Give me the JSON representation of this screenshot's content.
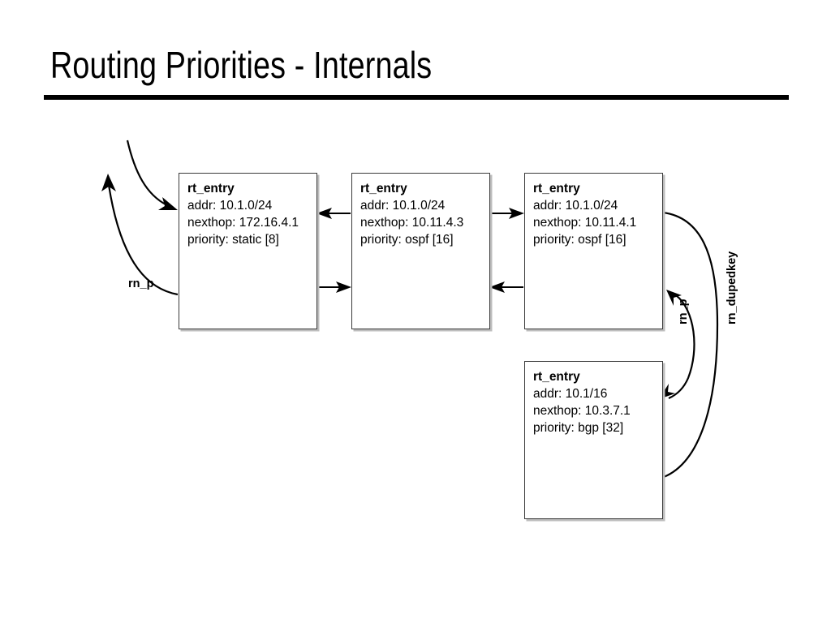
{
  "slide": {
    "title": "Routing Priorities - Internals"
  },
  "nodes": [
    {
      "id": "box-1",
      "title": "rt_entry",
      "addr": "addr: 10.1.0/24",
      "nexthop": "nexthop: 172.16.4.1",
      "priority": "priority: static [8]"
    },
    {
      "id": "box-2",
      "title": "rt_entry",
      "addr": "addr: 10.1.0/24",
      "nexthop": "nexthop: 10.11.4.3",
      "priority": "priority: ospf [16]"
    },
    {
      "id": "box-3",
      "title": "rt_entry",
      "addr": "addr: 10.1.0/24",
      "nexthop": "nexthop: 10.11.4.1",
      "priority": "priority: ospf [16]"
    },
    {
      "id": "box-4",
      "title": "rt_entry",
      "addr": "addr: 10.1/16",
      "nexthop": "nexthop: 10.3.7.1",
      "priority": "priority: bgp [32]"
    }
  ],
  "edge_labels": {
    "rn_p_left": "rn_p",
    "rn_p_right": "rn_p",
    "rn_dupedkey": "rn_dupedkey"
  },
  "colors": {
    "text": "#000000",
    "box_border": "#3a3a3a",
    "box_shadow": "#bdbdbd",
    "connector": "#000000",
    "background": "#ffffff"
  }
}
